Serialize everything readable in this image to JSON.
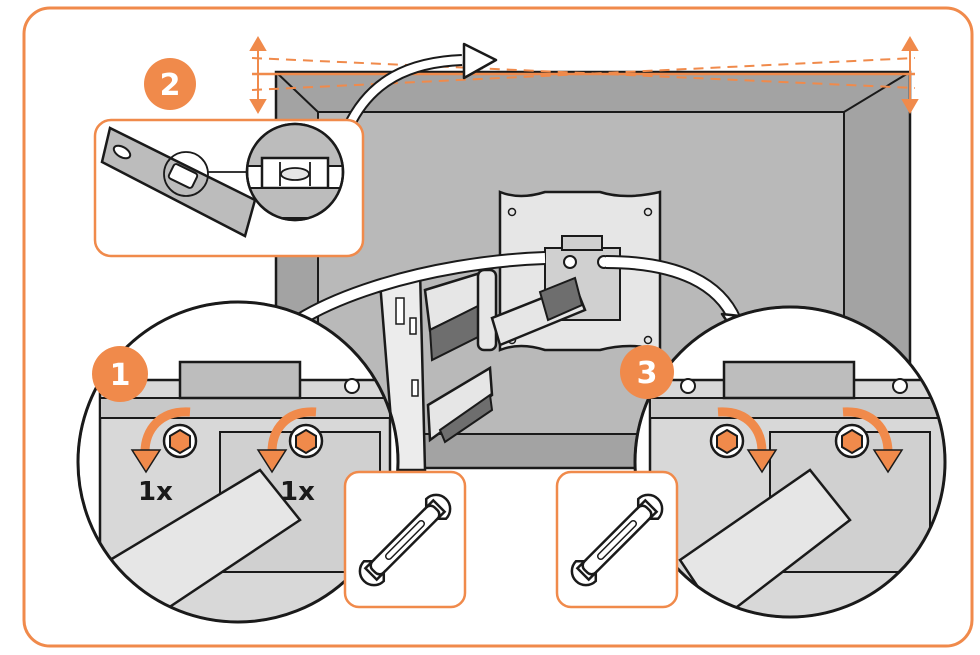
{
  "colors": {
    "accent": "#f08a4b",
    "outline": "#1a1a1a",
    "screen": "#a3a3a3",
    "screen_inner": "#b9b9b9",
    "metal": "#e6e6e6",
    "background": "#ffffff"
  },
  "steps": [
    {
      "number": "1",
      "action": "loosen-nuts",
      "nut_count_labels": [
        "1x",
        "1x"
      ],
      "tool": "wrench-icon"
    },
    {
      "number": "2",
      "action": "level-tv",
      "tool": "spirit-level-icon"
    },
    {
      "number": "3",
      "action": "tighten-nuts",
      "tool": "wrench-icon"
    }
  ]
}
